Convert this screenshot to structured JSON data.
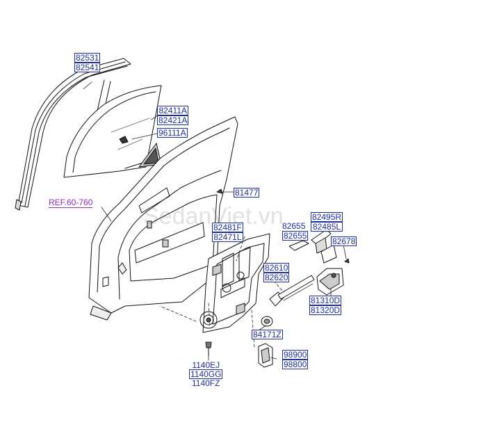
{
  "watermark": "SedanViet.vn",
  "reference": "REF.60-760",
  "labels": {
    "glass_run_a": "82531",
    "glass_run_b": "82541",
    "glass_a": "82411A",
    "glass_b": "82421A",
    "mirror_patch": "96111A",
    "bolt_81477": "81477",
    "grip_a": "82495R",
    "grip_b": "82485L",
    "cover_a": "82655",
    "cover_b": "82655",
    "regulator_a": "82481F",
    "regulator_b": "82471L",
    "screw_82678": "82678",
    "handle_a": "82610",
    "handle_b": "82620",
    "latch_a": "81310D",
    "latch_b": "81320D",
    "grommet": "84171Z",
    "actuator_a": "98900",
    "actuator_b": "98800",
    "bolt_a": "1140EJ",
    "bolt_b": "1140GG",
    "bolt_c": "1140FZ"
  }
}
